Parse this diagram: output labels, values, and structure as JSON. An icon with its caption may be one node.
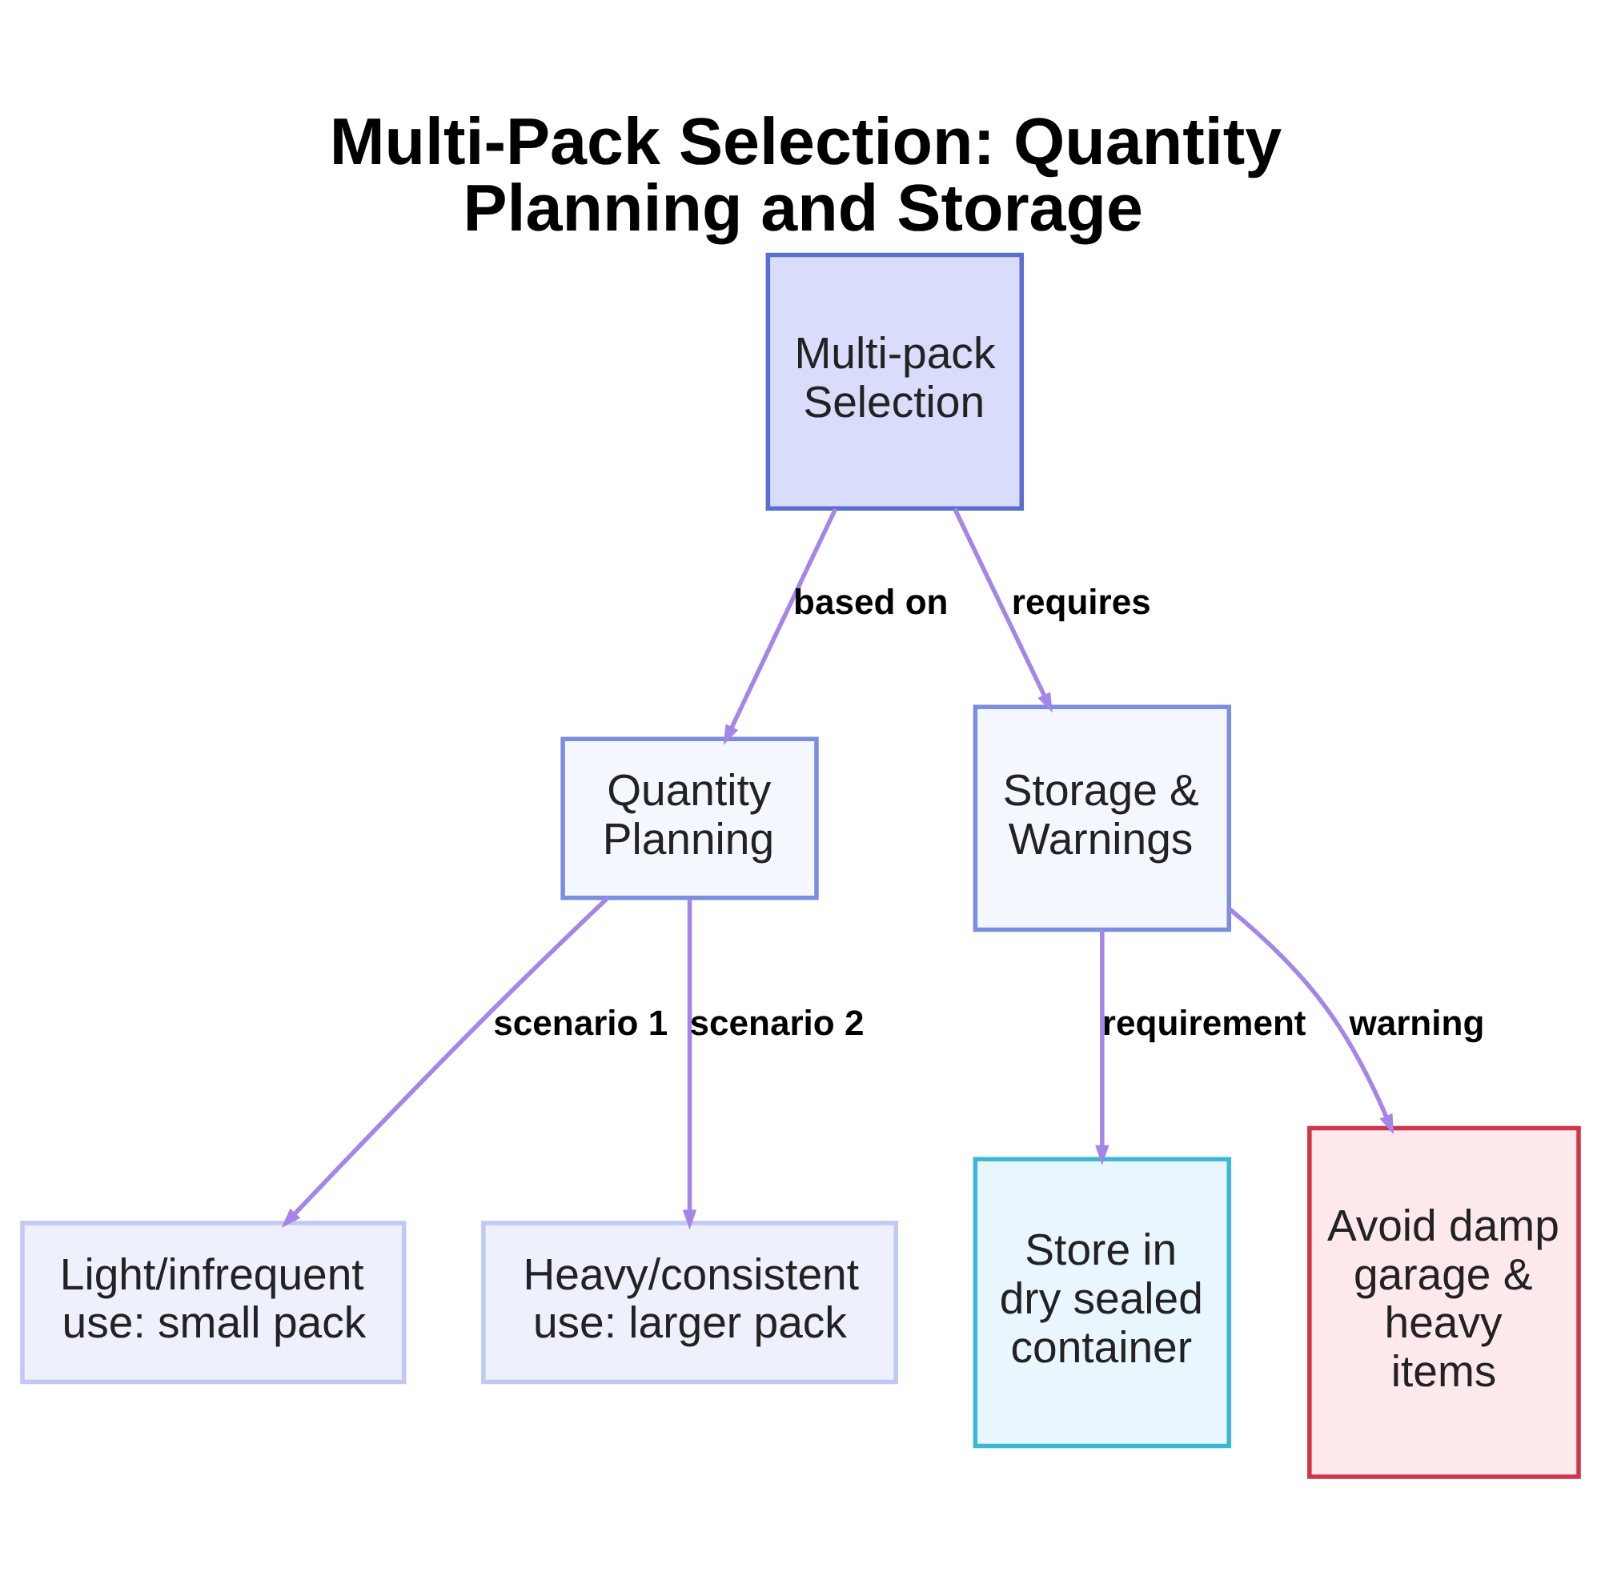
{
  "diagram": {
    "title": "Multi-Pack Selection: Quantity Planning and Storage",
    "nodes": [
      {
        "text": [
          "Multi-pack Selection"
        ]
      },
      {
        "text": [
          "Quantity Planning"
        ]
      },
      {
        "text": [
          "Storage & Warnings"
        ]
      },
      {
        "text": [
          "Light/infrequent use: small pack"
        ]
      },
      {
        "text": [
          "Heavy/consistent use: larger pack"
        ]
      },
      {
        "text": [
          "Store in dry sealed container"
        ]
      },
      {
        "text": [
          "Avoid damp garage & heavy items"
        ]
      }
    ],
    "edges": [
      {
        "from": 0,
        "to": 1,
        "arrow": "to",
        "label": "based on"
      },
      {
        "from": 0,
        "to": 2,
        "arrow": "to",
        "label": "requires"
      },
      {
        "from": 1,
        "to": 3,
        "arrow": "to",
        "label": "scenario 1"
      },
      {
        "from": 1,
        "to": 4,
        "arrow": "to",
        "label": "scenario 2"
      },
      {
        "from": 2,
        "to": 5,
        "arrow": "to",
        "label": "requirement"
      },
      {
        "from": 2,
        "to": 6,
        "arrow": "to",
        "label": "warning"
      }
    ]
  }
}
